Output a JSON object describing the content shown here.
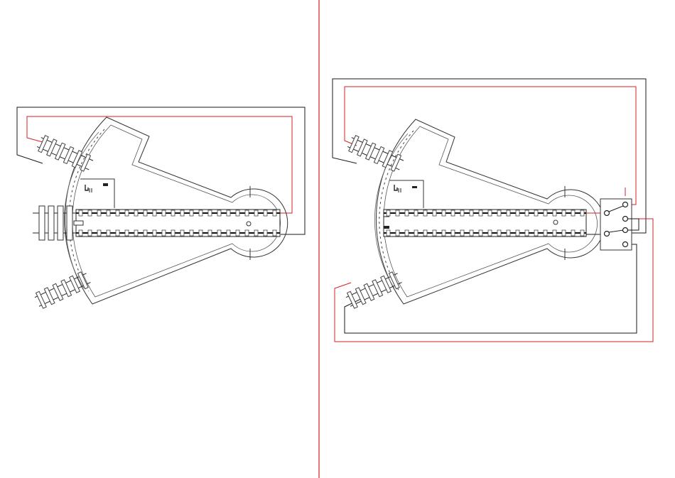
{
  "colors": {
    "wire_red": "#d61f26",
    "wire_black": "#1a1a1a",
    "outline": "#333333",
    "divider": "#d61f26"
  },
  "panels": [
    {
      "id": "left",
      "description_label": "",
      "has_switch": false
    },
    {
      "id": "right",
      "description_label": "",
      "has_switch": true
    }
  ],
  "switch": {
    "terminal_count": 4,
    "icon": "dpdt-switch-icon"
  }
}
